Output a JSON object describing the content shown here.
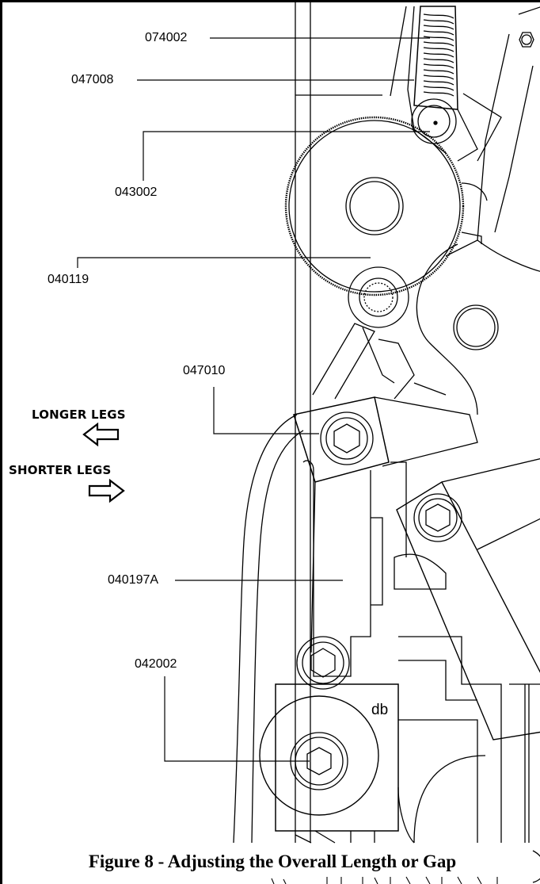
{
  "figure": {
    "caption": "Figure 8 - Adjusting the Overall Length or Gap",
    "callouts": {
      "p074002": "074002",
      "p047008": "047008",
      "p043002": "043002",
      "p040119": "040119",
      "p047010": "047010",
      "p040197A": "040197A",
      "p042002": "042002"
    },
    "directions": {
      "longer": "LONGER LEGS",
      "shorter": "SHORTER LEGS"
    },
    "stamp": "db",
    "icons": {
      "longer": "arrow-left-icon",
      "shorter": "arrow-right-icon"
    },
    "colors": {
      "line": "#000000",
      "background": "#ffffff"
    }
  }
}
